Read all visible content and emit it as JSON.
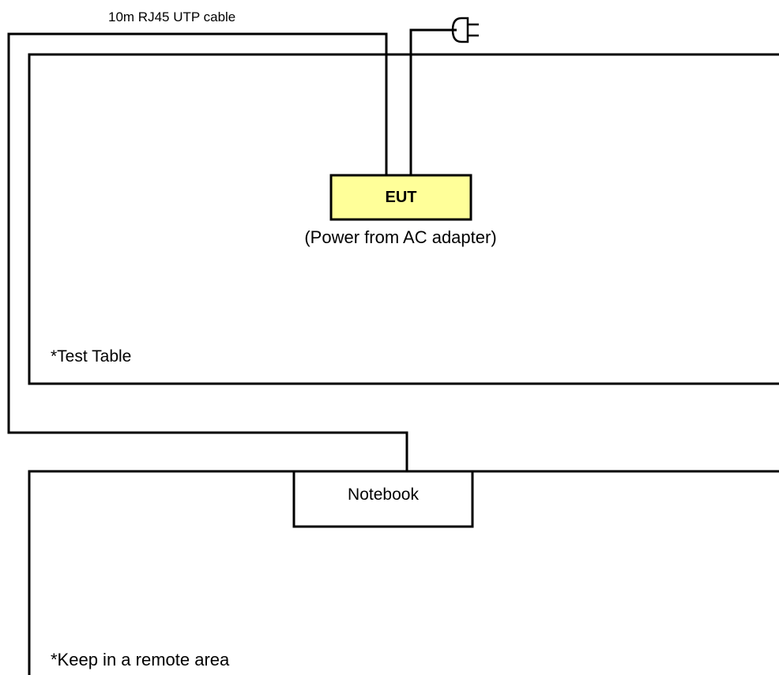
{
  "cable": {
    "label": "10m RJ45 UTP cable"
  },
  "eut": {
    "label": "EUT",
    "caption": "(Power from AC adapter)",
    "fill": "#ffff99"
  },
  "test_table": {
    "label": "*Test Table"
  },
  "notebook": {
    "label": "Notebook"
  },
  "remote_area": {
    "label": "*Keep in a remote area"
  },
  "power_plug_icon": "ac-power-plug-icon",
  "line_color": "#000000"
}
